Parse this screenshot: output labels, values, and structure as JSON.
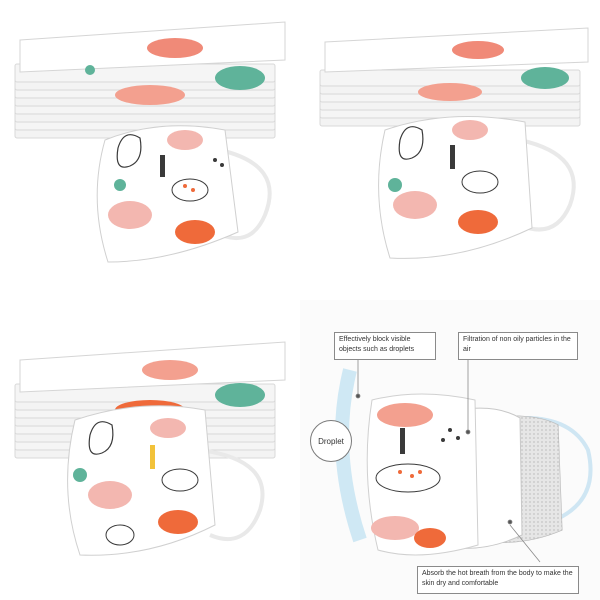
{
  "callouts": {
    "block": "Effectively block visible objects such as droplets",
    "filtration": "Filtration of non oily particles in the air",
    "absorb": "Absorb the hot breath from the body to make the skin dry and comfortable"
  },
  "droplet_label": "Droplet",
  "colors": {
    "coral": "#f08a78",
    "teal": "#5fb39a",
    "orange": "#ef6a3a",
    "pink": "#f3b7b0",
    "yellow": "#f2c23a",
    "outline": "#3a3a3a",
    "ear_loop": "#e9e9e9",
    "blue_glow": "#bcdff1"
  }
}
